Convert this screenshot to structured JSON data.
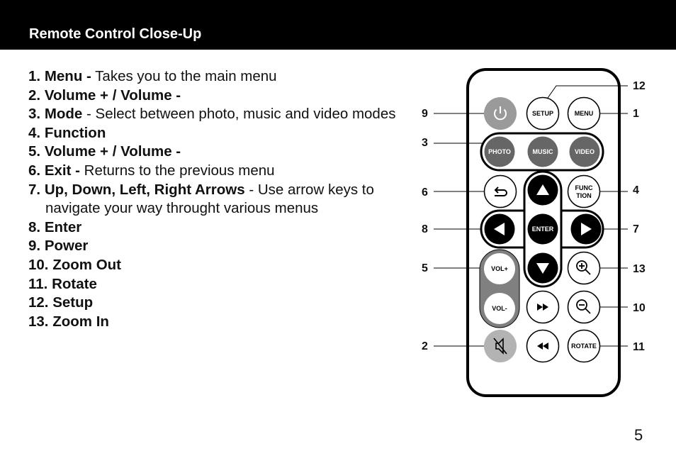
{
  "header": {
    "title": "Remote Control Close-Up"
  },
  "items": [
    {
      "num": "1.",
      "head": "Menu -",
      "desc": " Takes you to the main menu"
    },
    {
      "num": "2.",
      "head": "Volume + / Volume -",
      "desc": ""
    },
    {
      "num": "3.",
      "head": "Mode",
      "desc": " - Select between photo, music and video modes"
    },
    {
      "num": "4.",
      "head": "Function",
      "desc": ""
    },
    {
      "num": "5.",
      "head": "Volume + / Volume -",
      "desc": ""
    },
    {
      "num": "6.",
      "head": "Exit -",
      "desc": " Returns to the previous menu"
    },
    {
      "num": "7.",
      "head": "Up, Down, Left, Right Arrows",
      "desc": " - Use arrow keys to navigate your way throught various menus"
    },
    {
      "num": "8.",
      "head": "Enter",
      "desc": ""
    },
    {
      "num": "9.",
      "head": "Power",
      "desc": ""
    },
    {
      "num": "10.",
      "head": "Zoom Out",
      "desc": ""
    },
    {
      "num": "11.",
      "head": "Rotate",
      "desc": ""
    },
    {
      "num": "12.",
      "head": "Setup",
      "desc": ""
    },
    {
      "num": "13.",
      "head": "Zoom In",
      "desc": ""
    }
  ],
  "remote": {
    "setup": "SETUP",
    "menu": "MENU",
    "photo": "PHOTO",
    "music": "MUSIC",
    "video": "VIDEO",
    "func_line1": "FUNC",
    "func_line2": "TION",
    "enter": "ENTER",
    "vol_up": "VOL+",
    "vol_down": "VOL-",
    "rotate": "ROTATE"
  },
  "callouts": {
    "c12": "12",
    "c1": "1",
    "c9": "9",
    "c3": "3",
    "c6": "6",
    "c4": "4",
    "c8": "8",
    "c7": "7",
    "c5": "5",
    "c13": "13",
    "c10": "10",
    "c2": "2",
    "c11": "11"
  },
  "page": {
    "number": "5"
  }
}
